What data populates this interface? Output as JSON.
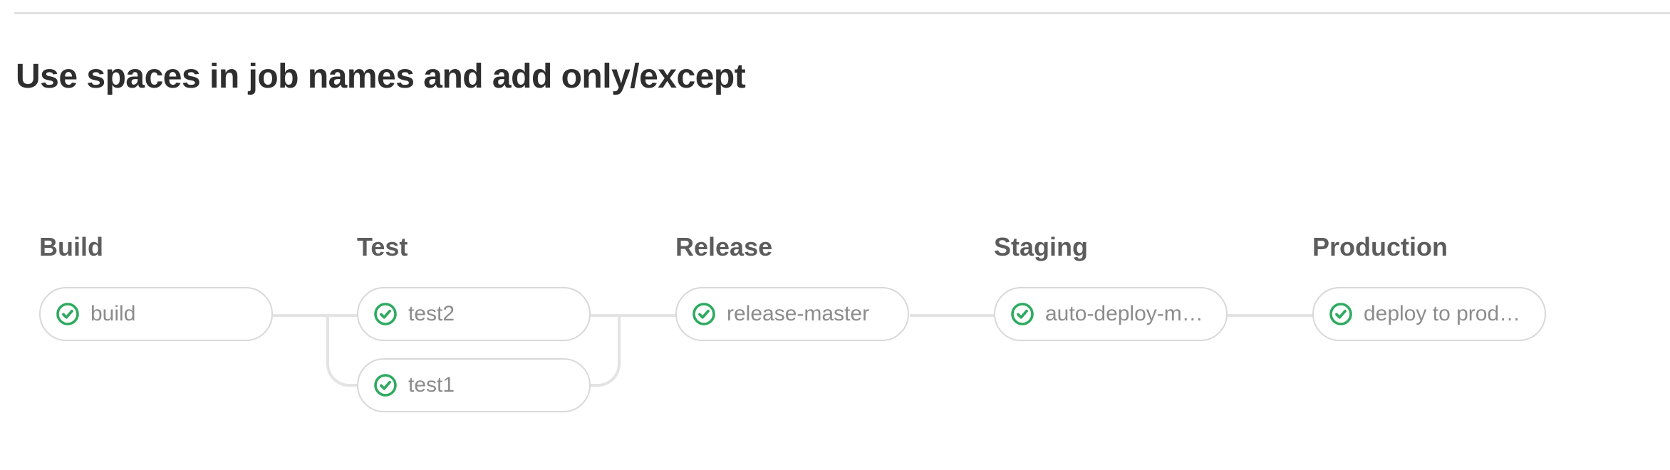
{
  "page": {
    "title": "Use spaces in job names and add only/except"
  },
  "colors": {
    "success_green": "#2eaa60",
    "pill_border": "#d8d8d8",
    "connector_gray": "#e3e3e3",
    "heading_text": "#2e2e2e",
    "stage_title_text": "#5c5c5c",
    "job_label_text": "#8c8c8c"
  },
  "pipeline": {
    "stages": [
      {
        "title": "Build",
        "jobs": [
          {
            "name": "build",
            "status": "success"
          }
        ]
      },
      {
        "title": "Test",
        "jobs": [
          {
            "name": "test2",
            "status": "success"
          },
          {
            "name": "test1",
            "status": "success"
          }
        ]
      },
      {
        "title": "Release",
        "jobs": [
          {
            "name": "release-master",
            "status": "success"
          }
        ]
      },
      {
        "title": "Staging",
        "jobs": [
          {
            "name": "auto-deploy-m…",
            "status": "success"
          }
        ]
      },
      {
        "title": "Production",
        "jobs": [
          {
            "name": "deploy to prod…",
            "status": "success"
          }
        ]
      }
    ]
  }
}
